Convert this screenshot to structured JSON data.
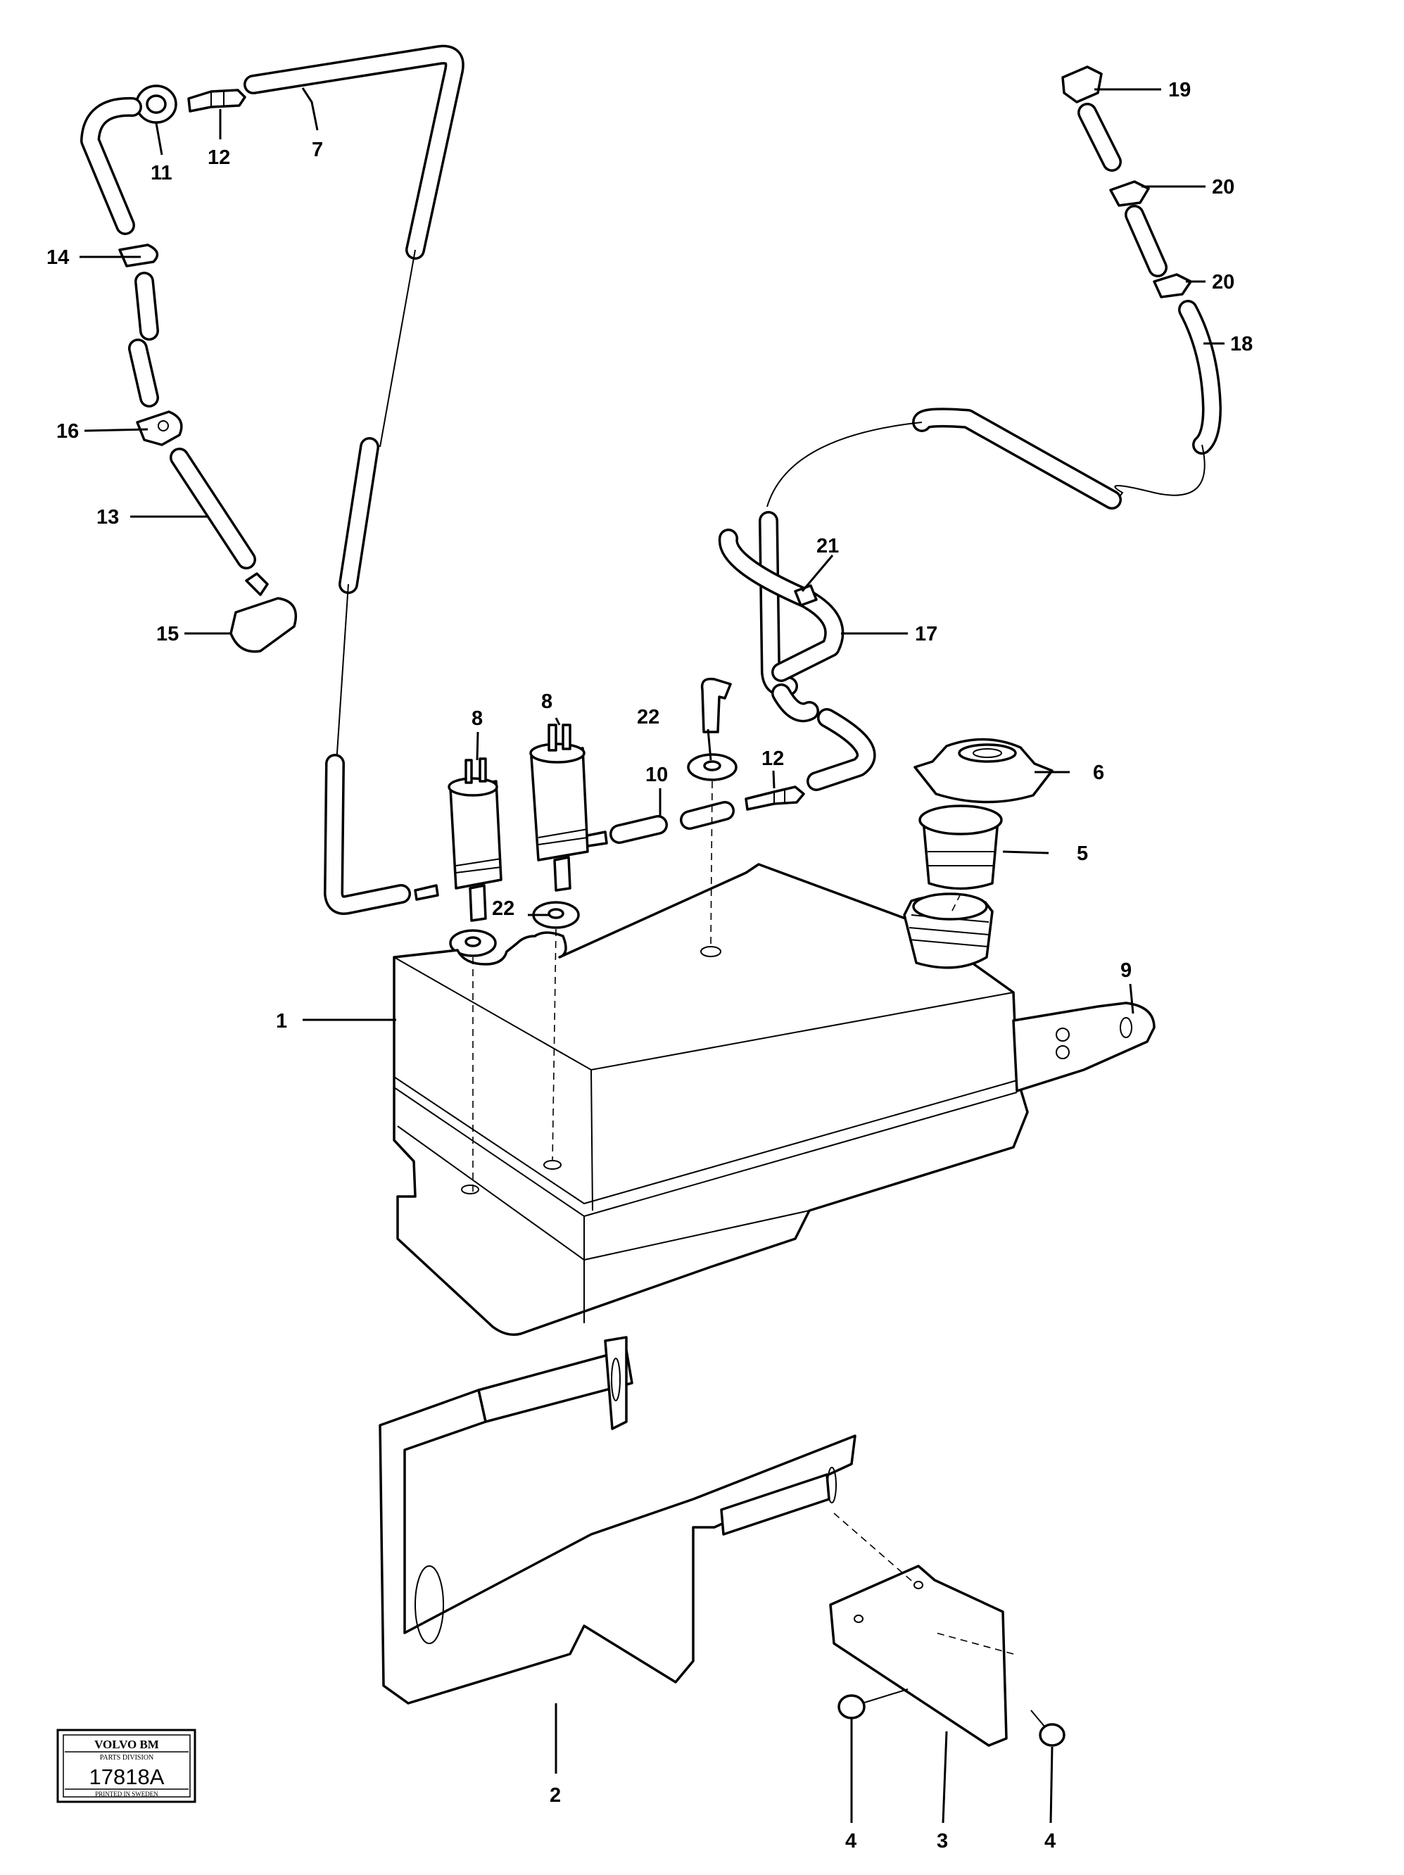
{
  "callouts": {
    "c1": "1",
    "c2": "2",
    "c3": "3",
    "c4a": "4",
    "c4b": "4",
    "c5": "5",
    "c6": "6",
    "c7": "7",
    "c8a": "8",
    "c8b": "8",
    "c9": "9",
    "c10": "10",
    "c11": "11",
    "c12a": "12",
    "c12b": "12",
    "c13": "13",
    "c14": "14",
    "c15": "15",
    "c16": "16",
    "c17": "17",
    "c18": "18",
    "c19": "19",
    "c20a": "20",
    "c20b": "20",
    "c21": "21",
    "c22a": "22",
    "c22b": "22"
  },
  "badge": {
    "brand": "VOLVO BM",
    "division": "PARTS DIVISION",
    "number": "17818A",
    "printed": "PRINTED IN SWEDEN"
  }
}
